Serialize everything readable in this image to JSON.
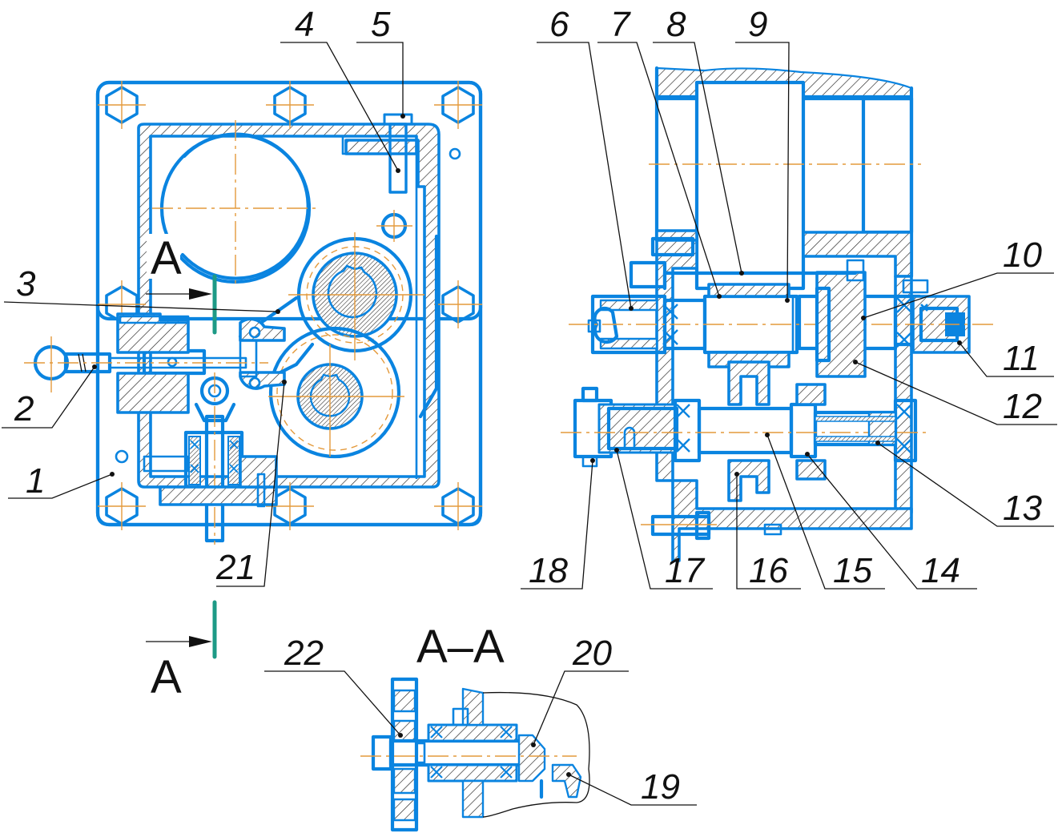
{
  "drawing": {
    "title": "Gearbox assembly drawing",
    "section_title": "A–A",
    "cut_marker_letter": "A",
    "colors": {
      "outline": "#0a84e0",
      "centerline": "#e49a3c",
      "cut_line": "#1d9a86",
      "leader": "#111111"
    }
  },
  "callouts": [
    {
      "id": "1",
      "text": "1"
    },
    {
      "id": "2",
      "text": "2"
    },
    {
      "id": "3",
      "text": "3"
    },
    {
      "id": "4",
      "text": "4"
    },
    {
      "id": "5",
      "text": "5"
    },
    {
      "id": "6",
      "text": "6"
    },
    {
      "id": "7",
      "text": "7"
    },
    {
      "id": "8",
      "text": "8"
    },
    {
      "id": "9",
      "text": "9"
    },
    {
      "id": "10",
      "text": "10"
    },
    {
      "id": "11",
      "text": "11"
    },
    {
      "id": "12",
      "text": "12"
    },
    {
      "id": "13",
      "text": "13"
    },
    {
      "id": "14",
      "text": "14"
    },
    {
      "id": "15",
      "text": "15"
    },
    {
      "id": "16",
      "text": "16"
    },
    {
      "id": "17",
      "text": "17"
    },
    {
      "id": "18",
      "text": "18"
    },
    {
      "id": "19",
      "text": "19"
    },
    {
      "id": "20",
      "text": "20"
    },
    {
      "id": "21",
      "text": "21"
    },
    {
      "id": "22",
      "text": "22"
    }
  ]
}
